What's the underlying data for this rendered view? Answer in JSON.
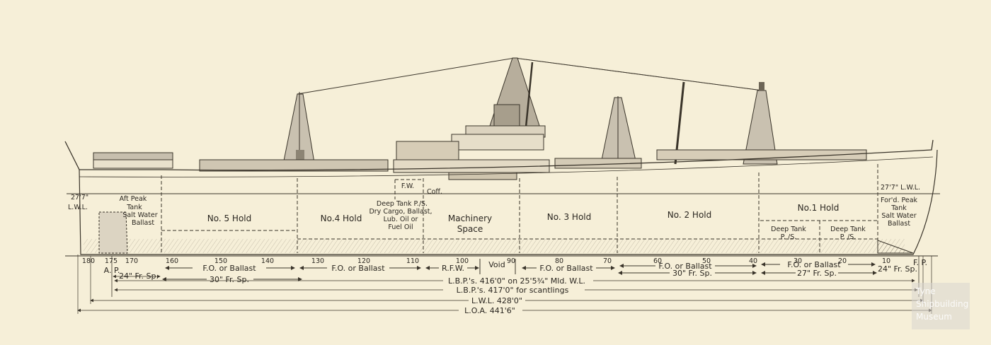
{
  "holds": {
    "no5": "No. 5 Hold",
    "no4": "No.4 Hold",
    "machinery_1": "Machinery",
    "machinery_2": "Space",
    "no3": "No. 3 Hold",
    "no2": "No. 2 Hold",
    "no1": "No.1 Hold"
  },
  "tanks": {
    "aft_peak": [
      "Aft Peak",
      "Tank",
      "Salt Water",
      "Ballast"
    ],
    "deep_tank_ps": [
      "Deep Tank P./S.",
      "Dry Cargo, Ballast,",
      "Lub. Oil or",
      "Fuel Oil"
    ],
    "fw": "F.W.",
    "coff": "Coff.",
    "deep_tank_1": [
      "Deep Tank",
      "P. /S."
    ],
    "deep_tank_2": [
      "Deep Tank",
      "P. /S."
    ],
    "ford_peak": [
      "For'd. Peak",
      "Tank",
      "Salt Water",
      "Ballast"
    ]
  },
  "waterline": {
    "aft_draft": "27'7\"",
    "aft_lwl": "L.W.L.",
    "fwd": "27'7\" L.W.L."
  },
  "frames": [
    "180",
    "175",
    "170",
    "160",
    "150",
    "140",
    "130",
    "120",
    "110",
    "100",
    "90",
    "80",
    "70",
    "60",
    "50",
    "40",
    "30",
    "20",
    "10"
  ],
  "perpendiculars": {
    "ap": "A. P.",
    "fp": "F. P."
  },
  "bottom_spaces": {
    "fo1": "F.O. or Ballast",
    "fo2": "F.O. or Ballast",
    "rfw": "R.F.W.",
    "void": "Void",
    "fo3": "F.O. or Ballast",
    "fo4": "F.O. or Ballast",
    "fo5": "F.O. or Ballast"
  },
  "frame_spacing": {
    "aft24": "24\" Fr. Sp.",
    "s30a": "30\" Fr. Sp.",
    "s30b": "30\" Fr. Sp.",
    "s27": "27\" Fr. Sp.",
    "fwd24": "24\" Fr. Sp."
  },
  "dimensions": {
    "lbp_mld": "L.B.P.'s. 416'0\" on 25'5¾\" Mld. W.L.",
    "lbp_scant": "L.B.P.'s. 417'0\" for scantlings",
    "lwl": "L.W.L. 428'0\"",
    "loa": "L.O.A. 441'6\""
  },
  "watermark": [
    "Tyne",
    "Shipbuilding",
    "Museum"
  ],
  "colors": {
    "paper": "#f6efd8",
    "ink": "#3a342a",
    "shade": "#b9b0a0"
  }
}
